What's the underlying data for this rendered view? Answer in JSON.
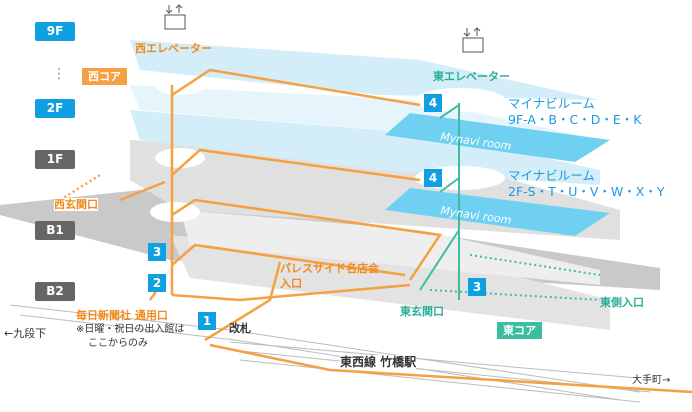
{
  "floors": {
    "f9": "9F",
    "f2": "2F",
    "f1": "1F",
    "b1": "B1",
    "b2": "B2"
  },
  "cores": {
    "west": "西コア",
    "east": "東コア"
  },
  "elevators": {
    "west": "西エレベーター",
    "east": "東エレベーター"
  },
  "rooms": {
    "r9_name": "マイナビルーム",
    "r9_ids": "9F-A・B・C・D・E・K",
    "r2_name": "マイナビルーム",
    "r2_ids": "2F-S・T・U・V・W・X・Y",
    "plate": "Mynavi room"
  },
  "entrances": {
    "west": "西玄関口",
    "east": "東玄関口",
    "east_side": "東側入口",
    "palace1": "パレスサイド名店会",
    "palace2": "入口",
    "mainichi": "毎日新聞社 通用口",
    "note1": "※日曜・祝日の出入館は",
    "note2": "ここからのみ"
  },
  "station": {
    "name": "東西線 竹橋駅",
    "gate": "改札",
    "west_dir": "←九段下",
    "east_dir": "大手町→"
  },
  "badges": [
    "1",
    "2",
    "3",
    "3",
    "4",
    "4"
  ],
  "colors": {
    "route": "#f5a043",
    "east_route": "#3dbd9f",
    "blue": "#0ea0e0",
    "grey": "#666666",
    "room": "#6fd0f2"
  }
}
